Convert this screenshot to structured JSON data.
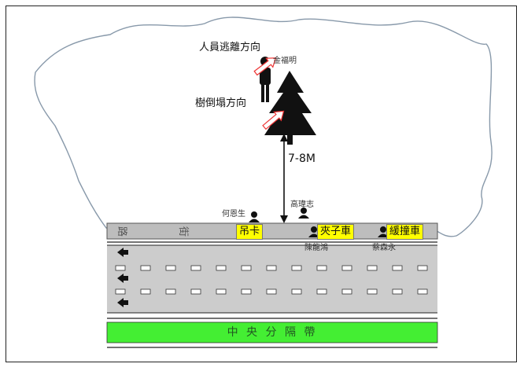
{
  "annotations": {
    "evacuation_direction": "人員逃離方向",
    "tree_fall_direction": "樹倒塌方向",
    "distance": "7-8M"
  },
  "people": {
    "jin": "金福明",
    "he": "何恩生",
    "gao": "高瑋志",
    "chen": "陳龍鴻",
    "cai": "蔡森永"
  },
  "vehicles": {
    "crane": "吊卡",
    "clamp": "夾子車",
    "buffer": "緩撞車"
  },
  "road": {
    "median": "中 央 分 隔 帶",
    "sidewalk_chars": [
      "路",
      "街"
    ]
  },
  "colors": {
    "median": "#44ee33",
    "vehicle_label": "#ffff00",
    "road": "#cccccc",
    "arrow_outline": "#ee3333"
  }
}
